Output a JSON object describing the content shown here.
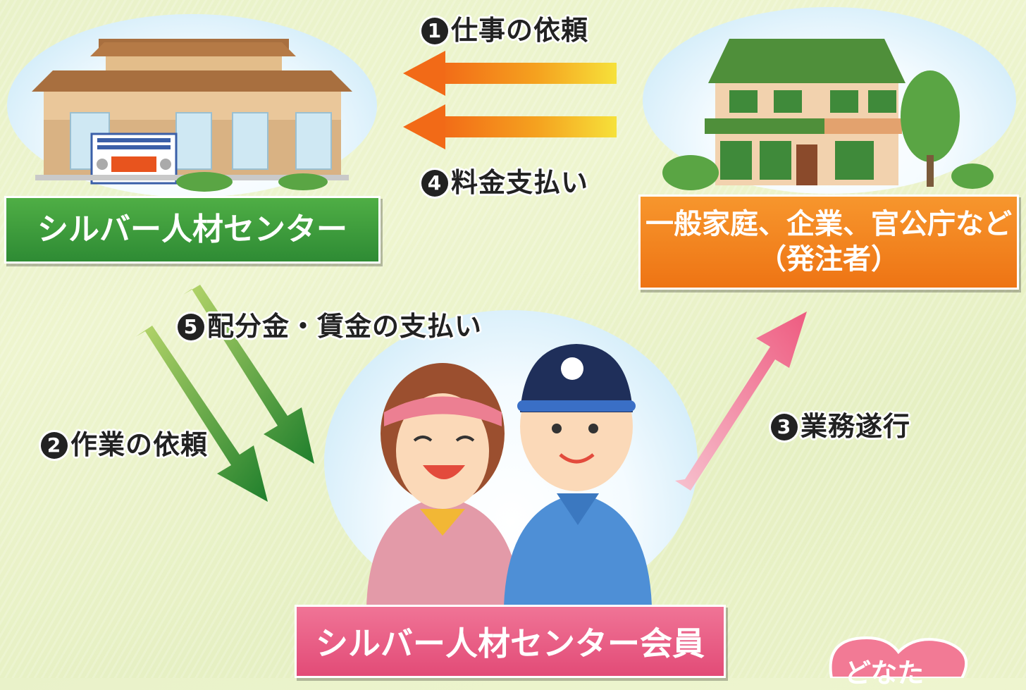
{
  "center_label": "シルバー人材センター",
  "client_label": {
    "line1": "一般家庭、企業、官公庁など",
    "line2": "（発注者）"
  },
  "member_label": "シルバー人材センター会員",
  "steps": {
    "s1": {
      "num": "1",
      "text": "仕事の依頼"
    },
    "s2": {
      "num": "2",
      "text": "作業の依頼"
    },
    "s3": {
      "num": "3",
      "text": "業務遂行"
    },
    "s4": {
      "num": "4",
      "text": "料金支払い"
    },
    "s5": {
      "num": "5",
      "text": "配分金・賃金の支払い"
    }
  },
  "corner_text": "どなた",
  "colors": {
    "center": "#3f9a3a",
    "client": "#f07d1a",
    "member": "#e8547f",
    "arrow_orange": "#f39a1c",
    "arrow_green": "#2f8a2f",
    "arrow_pink": "#f07f9e"
  }
}
